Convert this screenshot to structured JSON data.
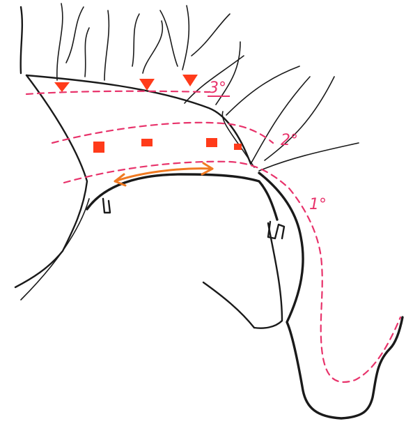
{
  "labels": {
    "level_3": "3°",
    "level_2": "2°",
    "level_1": "1°"
  },
  "colors": {
    "ink": "#1a1a1a",
    "dashed_line": "#e8336b",
    "marker": "#ff3b1a",
    "arrow": "#f07a22",
    "paper": "#ffffff"
  },
  "markers": {
    "triangles": 3,
    "squares": 4
  }
}
